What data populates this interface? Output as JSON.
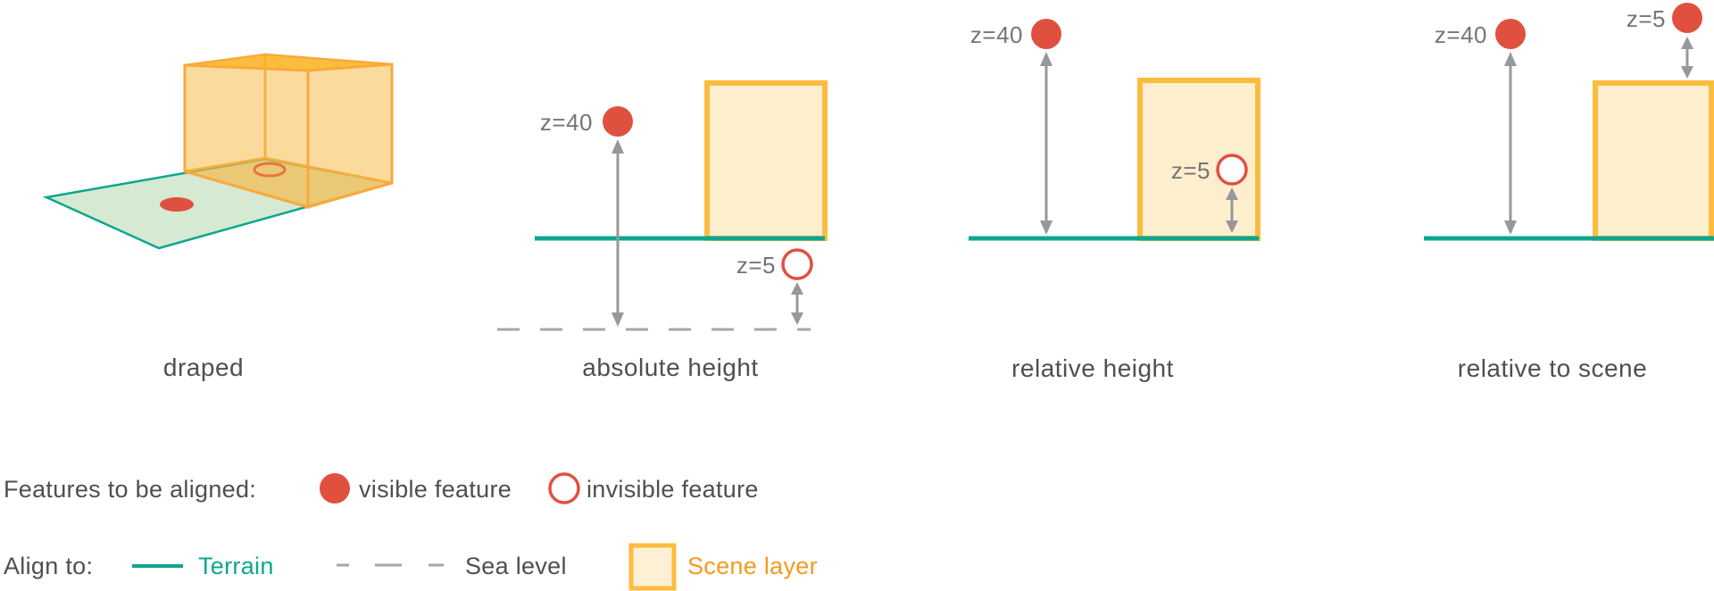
{
  "colors": {
    "red": "#e0503f",
    "teal": "#0ca78e",
    "yellow_border": "#fcbc3f",
    "yellow_fill": "#fdeecd",
    "yellow_fill_light": "#fdf0d4",
    "yellow_3d": "#f8b43c",
    "yellow_top": "#fbb322",
    "orange_stroke_3d": "#f9a93a",
    "green_fill": "#d6e9d2",
    "gray_arrow": "#96989a",
    "gray_dash": "#a7a7a7",
    "label_dark": "#4d4f51",
    "label_gray": "#737578",
    "orange_text": "#f6991c"
  },
  "panels": {
    "draped": {
      "label": "draped"
    },
    "absolute": {
      "label": "absolute height",
      "z40": "z=40",
      "z5": "z=5"
    },
    "relative": {
      "label": "relative height",
      "z40": "z=40",
      "z5": "z=5"
    },
    "scene": {
      "label": "relative to scene",
      "z40": "z=40",
      "z5": "z=5"
    }
  },
  "legend": {
    "features_label": "Features to be aligned:",
    "visible_feature": "visible feature",
    "invisible_feature": "invisible feature",
    "align_label": "Align to:",
    "terrain": "Terrain",
    "sea_level": "Sea level",
    "scene_layer": "Scene layer"
  }
}
